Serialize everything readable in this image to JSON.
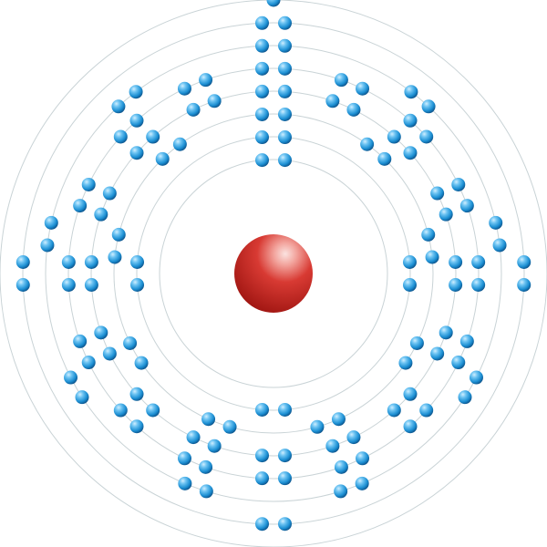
{
  "diagram": {
    "type": "bohr-model",
    "colors": {
      "background": "#ffffff",
      "shell": "#c9d3d6",
      "electron_light": "#6cc3f2",
      "electron_mid": "#1c8fd3",
      "electron_dark": "#0b4f86",
      "nucleus_light": "#f6b9b4",
      "nucleus_mid": "#d83a33",
      "nucleus_dark": "#a01612"
    },
    "shells": [
      {
        "n": 1,
        "electrons": 2
      },
      {
        "n": 2,
        "electrons": 8
      },
      {
        "n": 3,
        "electrons": 18
      },
      {
        "n": 4,
        "electrons": 32
      },
      {
        "n": 5,
        "electrons": 32
      },
      {
        "n": 6,
        "electrons": 18
      },
      {
        "n": 7,
        "electrons": 8
      },
      {
        "n": 8,
        "electrons": 1
      }
    ]
  }
}
